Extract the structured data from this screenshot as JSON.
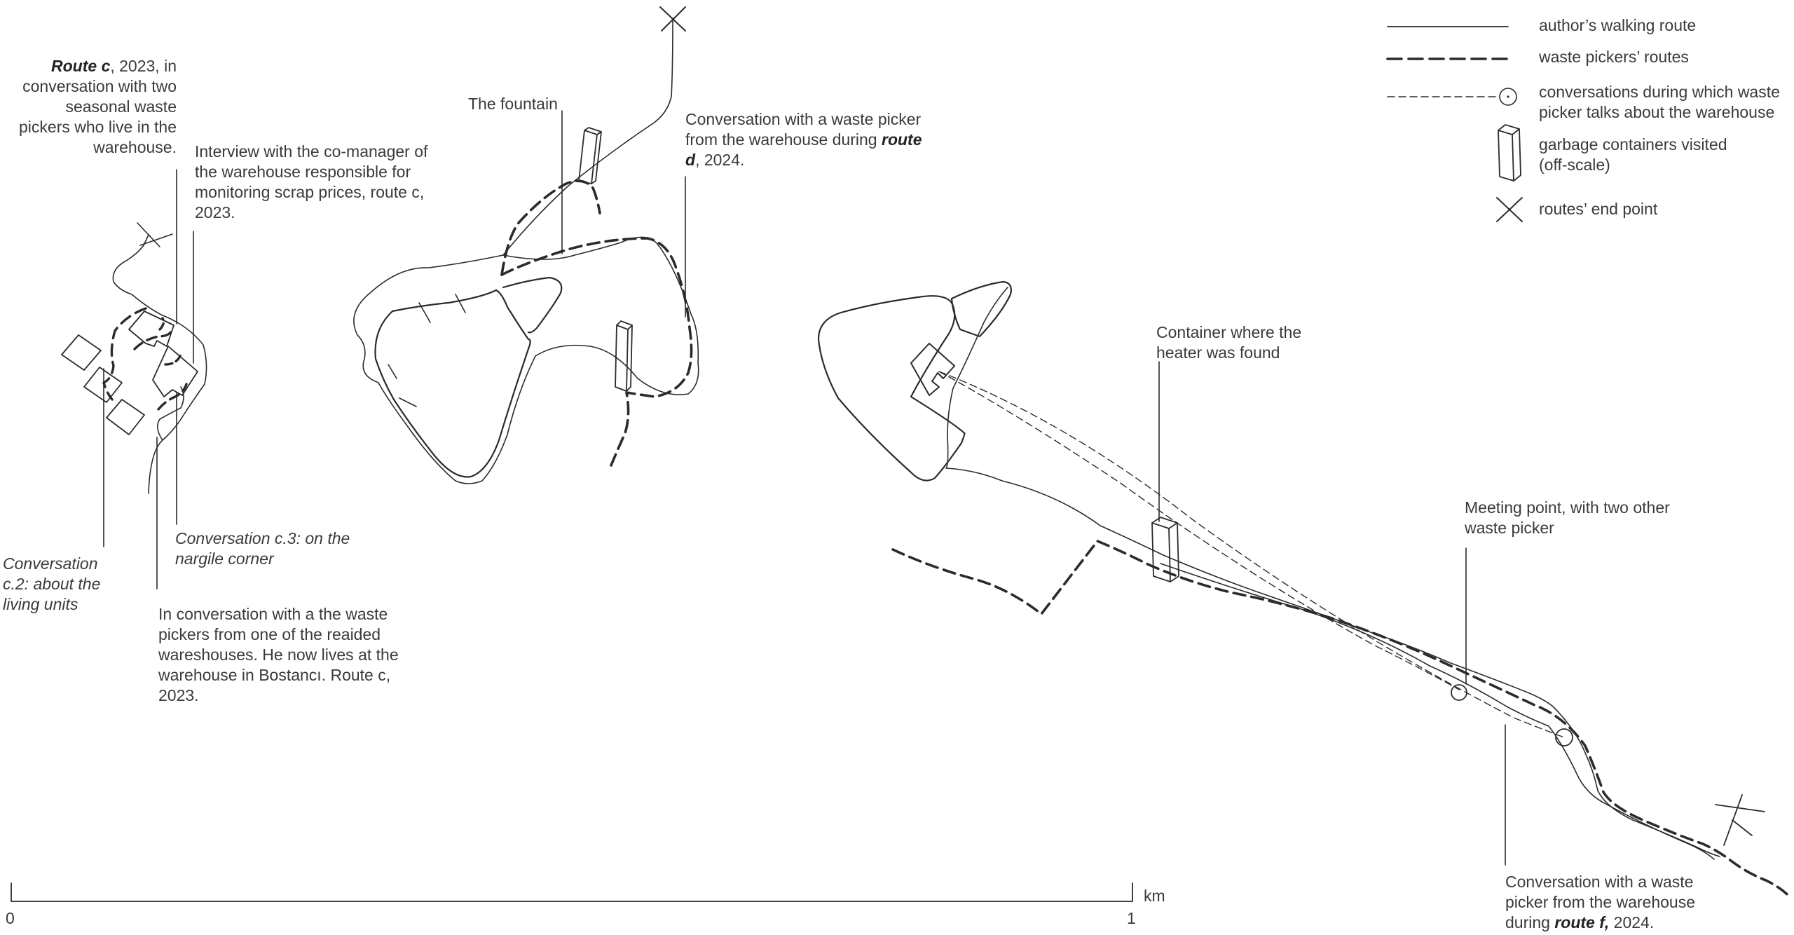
{
  "legend": {
    "walk": "author’s walking route",
    "pickers": "waste pickers’ routes",
    "conversations": "conversations during which waste picker talks about the warehouse",
    "containers": "garbage containers visited (off-scale)",
    "end": "routes’ end point"
  },
  "labels": {
    "route_c": {
      "bold": "Route c",
      "rest": ", 2023, in conversation with two seasonal waste pickers who live in the warehouse."
    },
    "interview": "Interview with the co-manager of the warehouse responsible for monitoring scrap prices, route c, 2023.",
    "fountain": "The fountain",
    "route_d": {
      "pre": "Conversation with a waste picker from the warehouse during ",
      "bold": "route d",
      "post": ", 2024."
    },
    "conv_c2": "Conversation c.2: about the living units",
    "conv_c3": "Conversation c.3: on the nargile corner",
    "raided": "In conversation with a the waste pickers from one of the reaided wareshouses. He now lives at the warehouse in Bostancı. Route c, 2023.",
    "container_heater": "Container where the heater was found",
    "meeting": "Meeting point, with two other waste picker",
    "route_f": {
      "pre": "Conversation with a waste picker from the warehouse during ",
      "bold": "route f,",
      "post": " 2024."
    }
  },
  "scale": {
    "start": "0",
    "end": "1",
    "unit": "km"
  },
  "colors": {
    "ink": "#2b2b2b",
    "text": "#3a3a3a"
  }
}
